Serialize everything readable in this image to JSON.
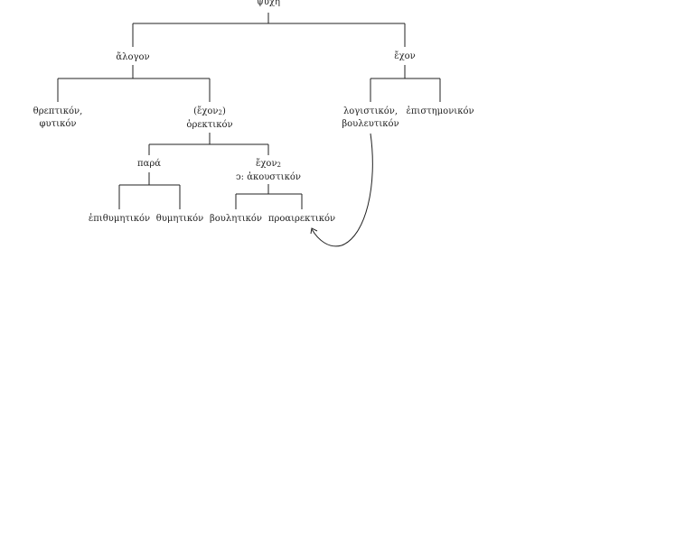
{
  "nodes": {
    "psyche": "ψυχή",
    "alogon": "ἄλογον",
    "echon": "ἔχον",
    "threptikon": "θρεπτικόν,",
    "phytikon": "φυτικόν",
    "echon2_paren_a": "(ἔχον",
    "echon2_paren_sub": "2",
    "echon2_paren_b": ")",
    "orektikon": "ὀρεκτικόν",
    "logistikon": "λογιστικόν,",
    "bouleutikon": "βουλευτικόν",
    "epistemonikon": "ἐπιστημονικόν",
    "para": "παρά",
    "echon2_a": "ἔχον",
    "echon2_sub": "2",
    "akoustikon": "ↄ: ἀκουστικόν",
    "epithymetikon": "ἐπιθυμητικόν",
    "thymetikon": "θυμητικόν",
    "bouletikon": "βουλητικόν",
    "proairektikon": "προαιρεκτικόν"
  },
  "colors": {
    "ink": "#222222",
    "background": "#ffffff"
  }
}
